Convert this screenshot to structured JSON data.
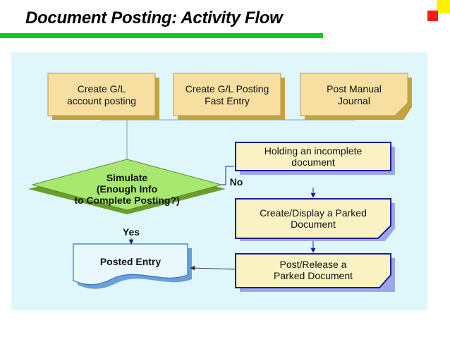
{
  "title": "Document Posting: Activity Flow",
  "colors": {
    "accent_green": "#14c81e",
    "panel": "#dff7fb",
    "box_tan": "#f6dfa0",
    "diamond_green": "#a8e870",
    "navy": "#1c1c9c"
  },
  "nodes": {
    "create_gl": "Create G/L\naccount posting",
    "create_gl_fast": "Create G/L Posting\nFast Entry",
    "post_manual": "Post Manual\nJournal",
    "holding": "Holding an incomplete\ndocument",
    "simulate": "Simulate\n(Enough Info\nto Complete Posting?)",
    "create_display": "Create/Display a Parked\nDocument",
    "posted_entry": "Posted Entry",
    "post_release": "Post/Release a\nParked Document"
  },
  "edges": {
    "no_label": "No",
    "yes_label": "Yes"
  }
}
